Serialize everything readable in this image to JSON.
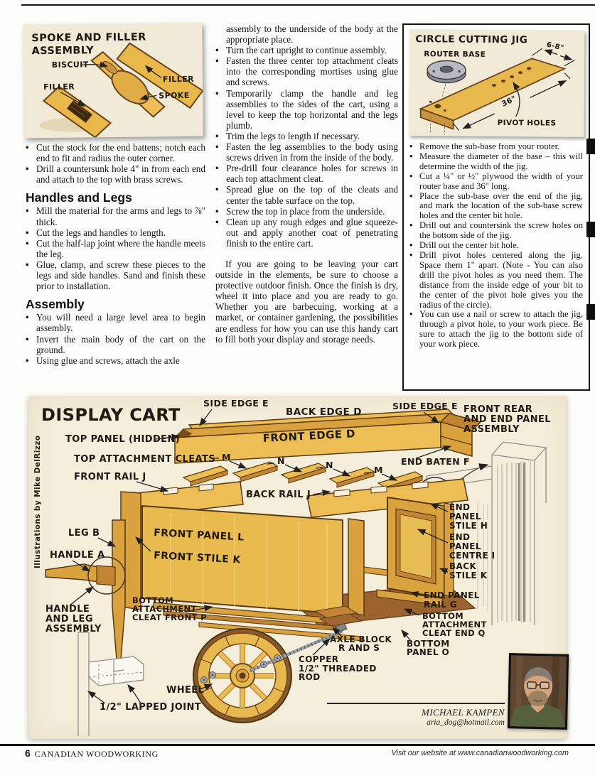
{
  "page": {
    "footer": {
      "page_number": "6",
      "magazine_name": "CANADIAN WOODWORKING",
      "website_text": "Visit our website at www.canadianwoodworking.com"
    }
  },
  "spoke_figure": {
    "title": [
      "SPOKE AND FILLER",
      "ASSEMBLY"
    ],
    "labels": {
      "biscuit": "BISCUIT",
      "filler_right": "FILLER",
      "filler_left": "FILLER",
      "spoke": "SPOKE"
    }
  },
  "left_column": {
    "bullets_top": [
      "Cut the stock for the end battens; notch each end to fit and radius the outer corner.",
      "Drill a countersunk hole 4\" in from each end and attach to the top with brass screws."
    ],
    "heading_handles": "Handles and Legs",
    "bullets_handles": [
      "Mill the material for the arms and legs to ⅞\" thick.",
      "Cut the legs and handles to length.",
      "Cut the half-lap joint where the handle meets the leg.",
      "Glue, clamp, and screw these pieces to the legs and side handles. Sand and finish these prior to installation."
    ],
    "heading_assembly": "Assembly",
    "bullets_assembly": [
      "You will need a large level area to begin assembly.",
      "Invert the main body of the cart on the ground.",
      "Using glue and screws, attach the axle"
    ]
  },
  "middle_column": {
    "continuation": "assembly to the underside of the body at the appropriate place.",
    "bullets": [
      "Turn the cart upright to continue assembly.",
      "Fasten the three center top attachment cleats into the corresponding mortises using glue and screws.",
      "Temporarily clamp the handle and leg assemblies to the sides of the cart, using a level to keep the top horizontal and the legs plumb.",
      "Trim the legs to length if necessary.",
      "Fasten the leg assemblies to the body using screws driven in from the inside of the body.",
      "Pre-drill four clearance holes for screws in each top attachment cleat.",
      "Spread glue on the top of the cleats and center the table surface on the top.",
      "Screw the top in place from the underside.",
      "Clean up any rough edges and glue squeeze-out and apply another coat of penetrating finish to the entire cart."
    ],
    "closing": "If you are going to be leaving your cart outside in the elements, be sure to choose a protective outdoor finish. Once the finish is dry, wheel it into place and you are ready to go. Whether you are barbecuing, working at a market, or container gardening, the possibilities are endless for how you can use this handy cart to fill both your display and storage needs."
  },
  "jig_box": {
    "title": "CIRCLE CUTTING JIG",
    "labels": {
      "router_base": "ROUTER BASE",
      "width_dim": "6-8\"",
      "length_dim": "36\"",
      "pivot_holes": "PIVOT HOLES"
    },
    "bullets": [
      "Remove the sub-base from your router.",
      "Measure the diameter of the base – this will determine the width of the jig.",
      "Cut a ¼\" or ½\" plywood the width of your router base and 36\" long.",
      "Place the sub-base over the end of the jig, and mark the location of the sub-base screw holes and the center bit hole.",
      "Drill out and countersink the screw holes on the bottom side of the jig.",
      "Drill out the center bit hole.",
      "Drill pivot holes centered along the jig. Space them 1\" apart. (Note - You can also drill the pivot holes as you need them. The distance from the inside edge of your bit to the center of the pivot hole gives you the radius of the circle).",
      "You can use a nail or screw to attach the jig, through a pivot hole, to your work piece. Be sure to attach the jig to the bottom side of your work piece."
    ]
  },
  "cart_figure": {
    "title": "DISPLAY CART",
    "credit": "Illustrations by Mike DelRizzo",
    "labels": {
      "side_edge_e_left": "SIDE EDGE E",
      "back_edge_d": "BACK EDGE D",
      "side_edge_e_right": "SIDE EDGE E",
      "front_rear_assembly": [
        "FRONT REAR",
        "AND END PANEL",
        "ASSEMBLY"
      ],
      "top_panel_hidden": "TOP PANEL (HIDDEN)",
      "front_edge_d": "FRONT EDGE D",
      "end_baten_f": "END BATEN F",
      "top_attachment_cleats": "TOP ATTACHMENT CLEATS",
      "cleat_m1": "M",
      "cleat_n1": "N",
      "cleat_n2": "N",
      "cleat_m2": "M",
      "front_rail_j": "FRONT RAIL J",
      "back_rail_j": "BACK RAIL J",
      "leg_b": "LEG B",
      "front_panel_l": "FRONT PANEL L",
      "front_stile_k": "FRONT STILE K",
      "handle_a": "HANDLE A",
      "end_panel_stile_h": [
        "END",
        "PANEL",
        "STILE H"
      ],
      "end_panel_centre_i": [
        "END",
        "PANEL",
        "CENTRE I"
      ],
      "back_stile_k": [
        "BACK",
        "STILE K"
      ],
      "end_panel_rail_g": [
        "END PANEL",
        "RAIL G"
      ],
      "handle_leg_assembly": [
        "HANDLE",
        "AND LEG",
        "ASSEMBLY"
      ],
      "bottom_cleat_front_p": [
        "BOTTOM",
        "ATTACHMENT",
        "CLEAT FRONT P"
      ],
      "bottom_cleat_end_q": [
        "BOTTOM",
        "ATTACHMENT",
        "CLEAT END Q"
      ],
      "axle_block_rs": [
        "AXLE BLOCK",
        "R AND S"
      ],
      "bottom_panel_o": [
        "BOTTOM",
        "PANEL O"
      ],
      "copper_rod": [
        "COPPER",
        "1/2\" THREADED",
        "ROD"
      ],
      "wheel": "WHEEL",
      "lapped_joint": "1/2\" LAPPED JOINT"
    },
    "author": {
      "name": "MICHAEL KAMPEN",
      "email": "aria_dog@hotmail.com"
    }
  }
}
